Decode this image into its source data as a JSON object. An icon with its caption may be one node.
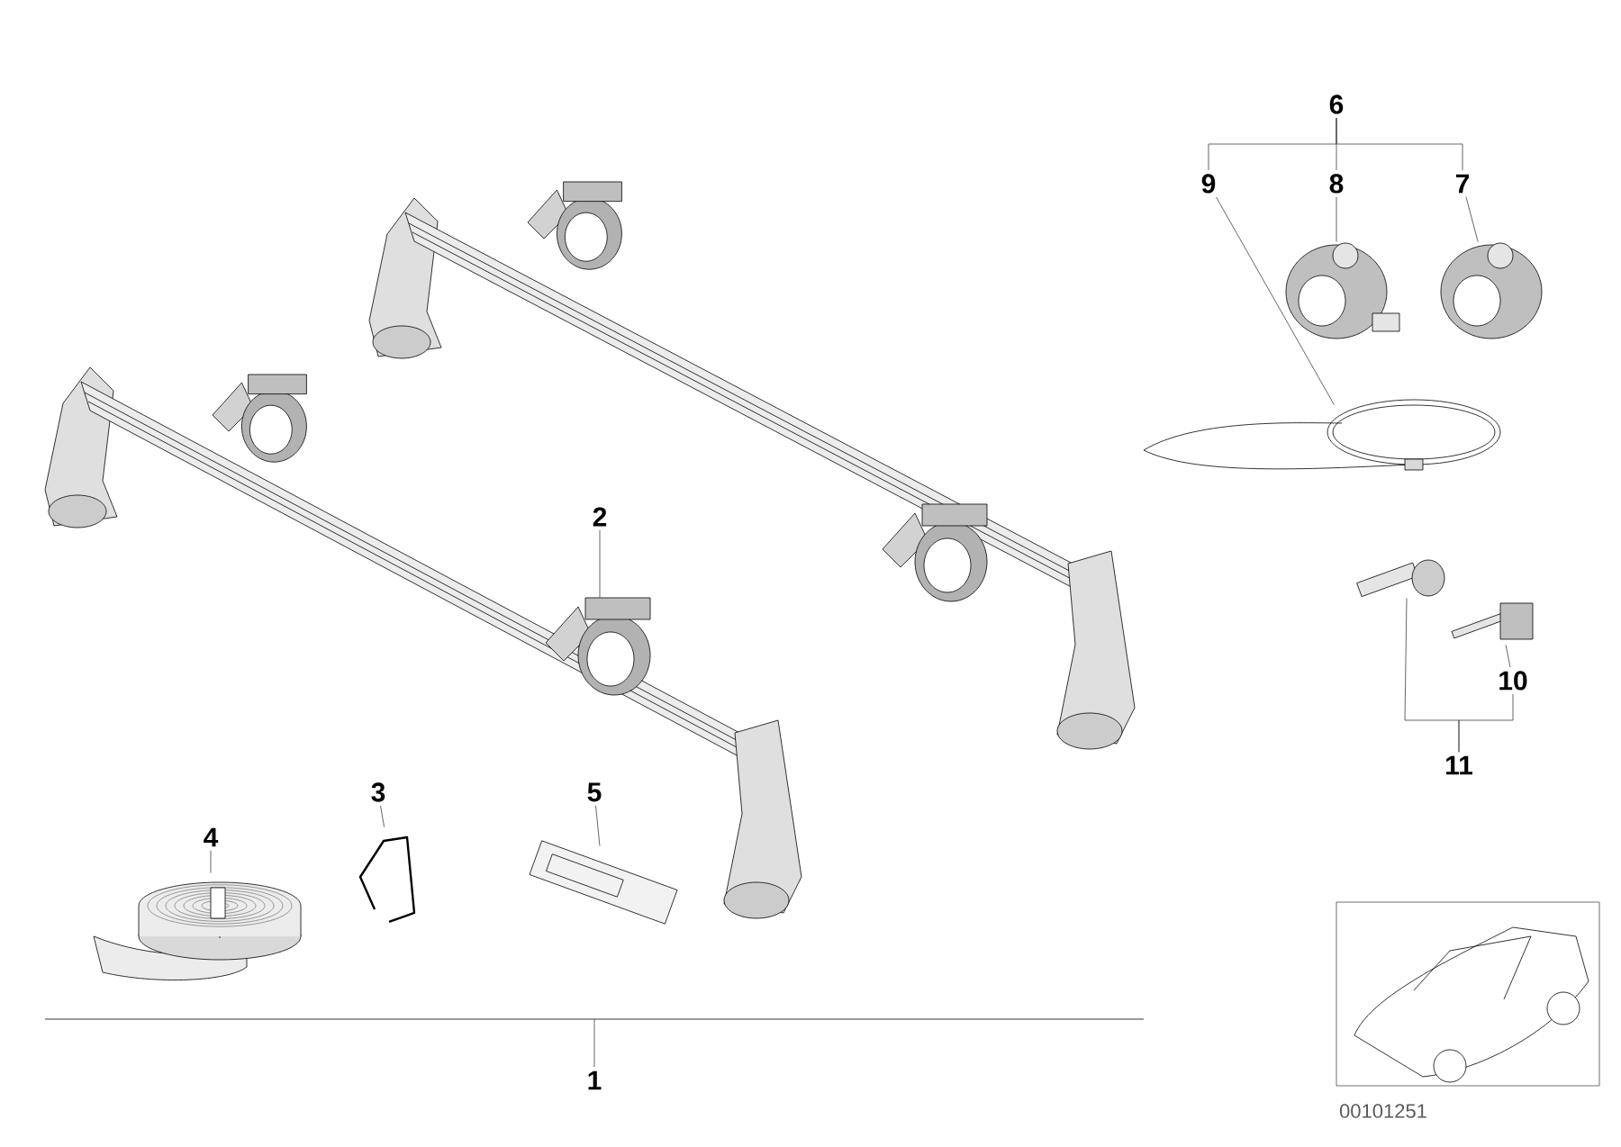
{
  "diagram": {
    "nodes": [
      {
        "text": [
          "1"
        ]
      },
      {
        "text": [
          "2"
        ]
      },
      {
        "text": [
          "4"
        ]
      },
      {
        "text": [
          "3"
        ]
      },
      {
        "text": [
          "5"
        ]
      },
      {
        "text": [
          "6"
        ]
      },
      {
        "text": [
          "9"
        ]
      },
      {
        "text": [
          "8"
        ]
      },
      {
        "text": [
          "7"
        ]
      },
      {
        "text": [
          "10"
        ]
      },
      {
        "text": [
          "11"
        ]
      },
      {
        "text": [],
        "shape": "picture"
      },
      {
        "text": [],
        "shape": "picture"
      },
      {
        "text": [],
        "shape": "picture"
      },
      {
        "text": [],
        "shape": "picture"
      },
      {
        "text": [],
        "shape": "picture"
      },
      {
        "text": [],
        "shape": "picture"
      },
      {
        "text": [],
        "shape": "picture"
      },
      {
        "text": [],
        "shape": "picture"
      },
      {
        "text": [],
        "shape": "picture"
      }
    ],
    "edges": [
      {
        "from": 0,
        "to": null,
        "arrow": "none"
      },
      {
        "from": 1,
        "to": 11,
        "arrow": "none"
      },
      {
        "from": 2,
        "to": 12,
        "arrow": "none"
      },
      {
        "from": 3,
        "to": 13,
        "arrow": "none"
      },
      {
        "from": 4,
        "to": 14,
        "arrow": "none"
      },
      {
        "from": 5,
        "to": 6,
        "arrow": "none"
      },
      {
        "from": 5,
        "to": 7,
        "arrow": "none"
      },
      {
        "from": 5,
        "to": 8,
        "arrow": "none"
      },
      {
        "from": 6,
        "to": 15,
        "arrow": "none"
      },
      {
        "from": 7,
        "to": 16,
        "arrow": "none"
      },
      {
        "from": 8,
        "to": 17,
        "arrow": "none"
      },
      {
        "from": 10,
        "to": 18,
        "arrow": "none"
      },
      {
        "from": 10,
        "to": 9,
        "arrow": "none"
      },
      {
        "from": 9,
        "to": 19,
        "arrow": "none"
      }
    ],
    "labels": [
      "00101251"
    ]
  }
}
